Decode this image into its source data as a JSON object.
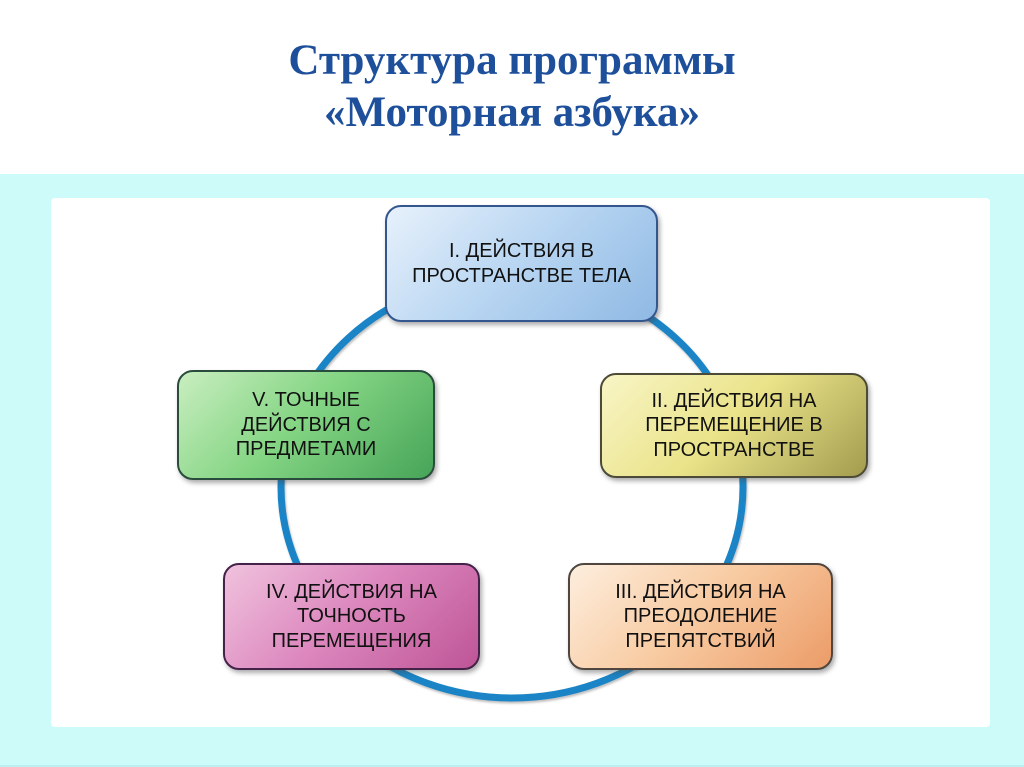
{
  "header": {
    "title_lines": [
      "Структура программы",
      "«Моторная азбука»"
    ]
  },
  "colors": {
    "background": "#CDFBFA",
    "panel": "#FFFFFF",
    "title": "#1E4F9B",
    "ring": "#1A84C6",
    "node_text": "#111111"
  },
  "diagram": {
    "type": "cycle",
    "nodes": [
      {
        "id": "I",
        "label": "I. ДЕЙСТВИЯ В ПРОСТРАНСТВЕ ТЕЛА",
        "gradient": [
          "#E7F1FB",
          "#B9D6F2",
          "#8FB9E4"
        ],
        "border": "#34568F"
      },
      {
        "id": "II",
        "label": "II. ДЕЙСТВИЯ НА ПЕРЕМЕЩЕНИЕ В ПРОСТРАНСТВЕ",
        "gradient": [
          "#F8F5C6",
          "#EAE389",
          "#A39C4E"
        ],
        "border": "#4C4B37"
      },
      {
        "id": "III",
        "label": "III. ДЕЙСТВИЯ НА ПРЕОДОЛЕНИЕ ПРЕПЯТСТВИЙ",
        "gradient": [
          "#FDEEDE",
          "#F8CBA2",
          "#EC9C68"
        ],
        "border": "#4E463F"
      },
      {
        "id": "IV",
        "label": "IV. ДЕЙСТВИЯ НА ТОЧНОСТЬ ПЕРЕМЕЩЕНИЯ",
        "gradient": [
          "#F0C2DD",
          "#DC87BE",
          "#BE5596"
        ],
        "border": "#45224A"
      },
      {
        "id": "V",
        "label": "V. ТОЧНЫЕ ДЕЙСТВИЯ С ПРЕДМЕТАМИ",
        "gradient": [
          "#C9EEC0",
          "#82D482",
          "#47A458"
        ],
        "border": "#2A4C3C"
      }
    ]
  }
}
